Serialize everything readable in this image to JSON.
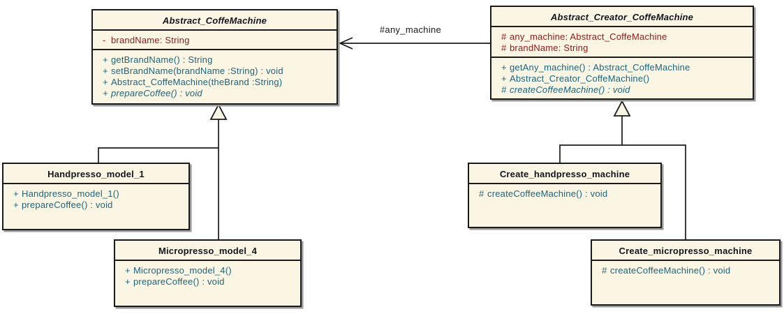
{
  "colors": {
    "canvas-bg": "#ffffff",
    "box-fill": "#FBF5E4",
    "border-color": "#1A1A1A",
    "title-color": "#14141E",
    "attribute-color": "#8B1A1A",
    "method-color": "#19657E",
    "label-color": "#1A1A1A",
    "shadow-color": "#9A9A9A"
  },
  "association": {
    "label": "#any_machine"
  },
  "classes": [
    {
      "name": "Abstract_CoffeMachine",
      "abstract": true,
      "attributes": [
        {
          "vis": "-",
          "text": "brandName: String"
        }
      ],
      "methods": [
        {
          "vis": "+",
          "text": "getBrandName() : String"
        },
        {
          "vis": "+",
          "text": "setBrandName(brandName :String) : void"
        },
        {
          "vis": "+",
          "text": "Abstract_CoffeMachine(theBrand :String)"
        },
        {
          "vis": "+",
          "text": "prepareCoffee() : void"
        }
      ]
    },
    {
      "name": "Abstract_Creator_CoffeMachine",
      "abstract": true,
      "attributes": [
        {
          "vis": "#",
          "text": "any_machine: Abstract_CoffeMachine"
        },
        {
          "vis": "#",
          "text": "brandName: String"
        }
      ],
      "methods": [
        {
          "vis": "+",
          "text": "getAny_machine() : Abstract_CoffeMachine"
        },
        {
          "vis": "+",
          "text": "Abstract_Creator_CoffeMachine()"
        },
        {
          "vis": "#",
          "text": "createCoffeeMachine() : void"
        }
      ]
    },
    {
      "name": "Handpresso_model_1",
      "abstract": false,
      "attributes": [],
      "methods": [
        {
          "vis": "+",
          "text": "Handpresso_model_1()"
        },
        {
          "vis": "+",
          "text": "prepareCoffee() : void"
        }
      ]
    },
    {
      "name": "Micropresso_model_4",
      "abstract": false,
      "attributes": [],
      "methods": [
        {
          "vis": "+",
          "text": "Micropresso_model_4()"
        },
        {
          "vis": "+",
          "text": "prepareCoffee() : void"
        }
      ]
    },
    {
      "name": "Create_handpresso_machine",
      "abstract": false,
      "attributes": [],
      "methods": [
        {
          "vis": "#",
          "text": "createCoffeeMachine() : void"
        }
      ]
    },
    {
      "name": "Create_micropresso_machine",
      "abstract": false,
      "attributes": [],
      "methods": [
        {
          "vis": "#",
          "text": "createCoffeeMachine() : void"
        }
      ]
    }
  ]
}
